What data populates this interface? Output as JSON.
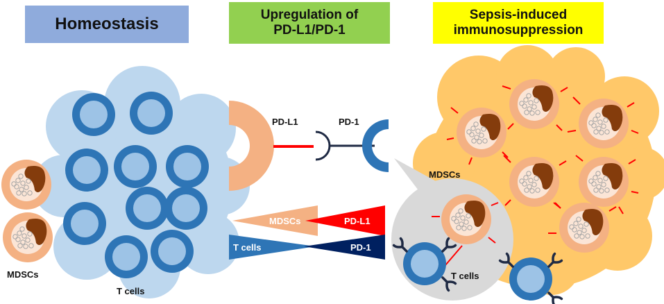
{
  "titles": {
    "homeostasis": "Homeostasis",
    "upregulation_line1": "Upregulation of",
    "upregulation_line2": "PD-L1/PD-1",
    "sepsis_line1": "Sepsis-induced",
    "sepsis_line2": "immunosuppression"
  },
  "labels": {
    "mdscs_left": "MDSCs",
    "t_cells_left": "T cells",
    "pdl1": "PD-L1",
    "pd1": "PD-1",
    "wedge_mdscs": "MDSCs",
    "wedge_pdl1": "PD-L1",
    "wedge_tcells": "T cells",
    "wedge_pd1": "PD-1",
    "mdscs_right": "MDSCs",
    "t_cells_right": "T cells"
  },
  "colors": {
    "homeostasis_box": "#8fabdc",
    "upregulation_box": "#92d050",
    "sepsis_box": "#ffff00",
    "tcell_outer": "#2e75b6",
    "tcell_inner": "#9dc3e6",
    "tcell_cloud": "#bdd7ee",
    "mdsc_outer": "#f4b183",
    "mdsc_inner": "#fbe5d6",
    "mdsc_nucleus": "#843c0c",
    "sepsis_cloud": "#ffc869",
    "pdl1_red": "#ff0000",
    "pd1_navy": "#002060",
    "callout_grey": "#d9d9d9"
  },
  "icons": [
    "t-cell-icon",
    "mdsc-icon",
    "pd-l1-receptor-icon",
    "pd-1-receptor-icon"
  ]
}
